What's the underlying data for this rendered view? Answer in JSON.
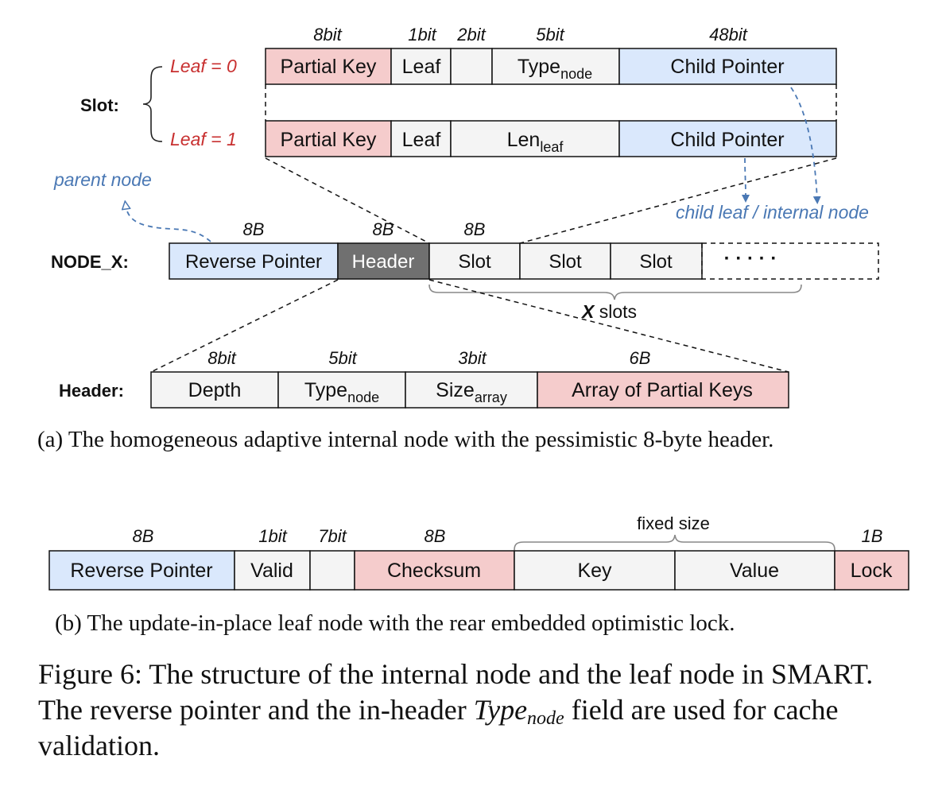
{
  "colors": {
    "red_fill": "#f5cccc",
    "blue_fill": "#dae8fc",
    "gray_fill": "#f4f4f4",
    "header_dark": "#707070",
    "leaf_label_red": "#c83030",
    "arrow_blue": "#4a78b4"
  },
  "slot": {
    "label": "Slot:",
    "leaf0_label": "Leaf = 0",
    "leaf1_label": "Leaf = 1",
    "bits": {
      "partial_key": "8bit",
      "leaf": "1bit",
      "reserved": "2bit",
      "type": "5bit",
      "child": "48bit"
    },
    "row0": {
      "partial_key": "Partial Key",
      "leaf": "Leaf",
      "type_main": "Type",
      "type_sub": "node",
      "child": "Child Pointer"
    },
    "row1": {
      "partial_key": "Partial Key",
      "leaf": "Leaf",
      "len_main": "Len",
      "len_sub": "leaf",
      "child": "Child Pointer"
    }
  },
  "annotations": {
    "parent_node": "parent node",
    "child_node": "child leaf / internal node"
  },
  "node_x": {
    "label": "NODE_X:",
    "sizes": {
      "reverse": "8B",
      "header": "8B",
      "slot": "8B"
    },
    "reverse_pointer": "Reverse Pointer",
    "header": "Header",
    "slots": [
      "Slot",
      "Slot",
      "Slot"
    ],
    "ellipsis": "· · · · ·",
    "x_var": "X",
    "x_text": " slots"
  },
  "header_detail": {
    "label": "Header:",
    "bits": {
      "depth": "8bit",
      "type": "5bit",
      "size": "3bit",
      "array": "6B"
    },
    "depth": "Depth",
    "type_main": "Type",
    "type_sub": "node",
    "size_main": "Size",
    "size_sub": "array",
    "array": "Array of Partial Keys"
  },
  "caption_a": "(a) The homogeneous adaptive internal node with the pessimistic 8-byte header.",
  "leaf_node": {
    "sizes": {
      "reverse": "8B",
      "valid": "1bit",
      "reserved": "7bit",
      "checksum": "8B",
      "fixed": "fixed size",
      "lock": "1B"
    },
    "reverse_pointer": "Reverse Pointer",
    "valid": "Valid",
    "checksum": "Checksum",
    "key": "Key",
    "value": "Value",
    "lock": "Lock"
  },
  "caption_b": "(b) The update-in-place leaf node with the rear embedded optimistic lock.",
  "figure_caption": {
    "part1": "Figure 6: The structure of the internal node and the leaf node in SMART. The reverse pointer and the in-header ",
    "italic_main": "Type",
    "italic_sub": "node",
    "part2": " field are used for cache validation."
  }
}
